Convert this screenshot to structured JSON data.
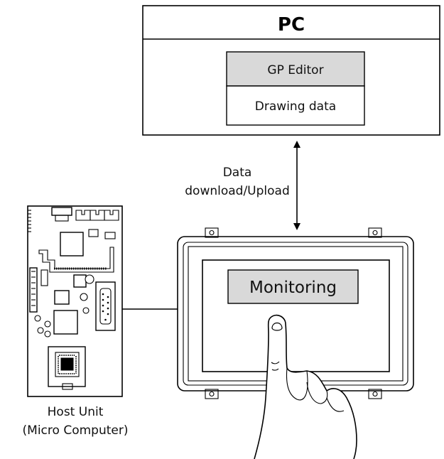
{
  "pc": {
    "title": "PC",
    "editor_label": "GP Editor",
    "drawing_data_label": "Drawing data"
  },
  "link": {
    "label_line1": "Data",
    "label_line2": "download/Upload"
  },
  "panel": {
    "screen_label": "Monitoring"
  },
  "host": {
    "label_line1": "Host Unit",
    "label_line2": "(Micro Computer)"
  },
  "colors": {
    "header_fill": "#d9d9d9",
    "screen_label_fill": "#d9d9d9",
    "line": "#000000"
  }
}
